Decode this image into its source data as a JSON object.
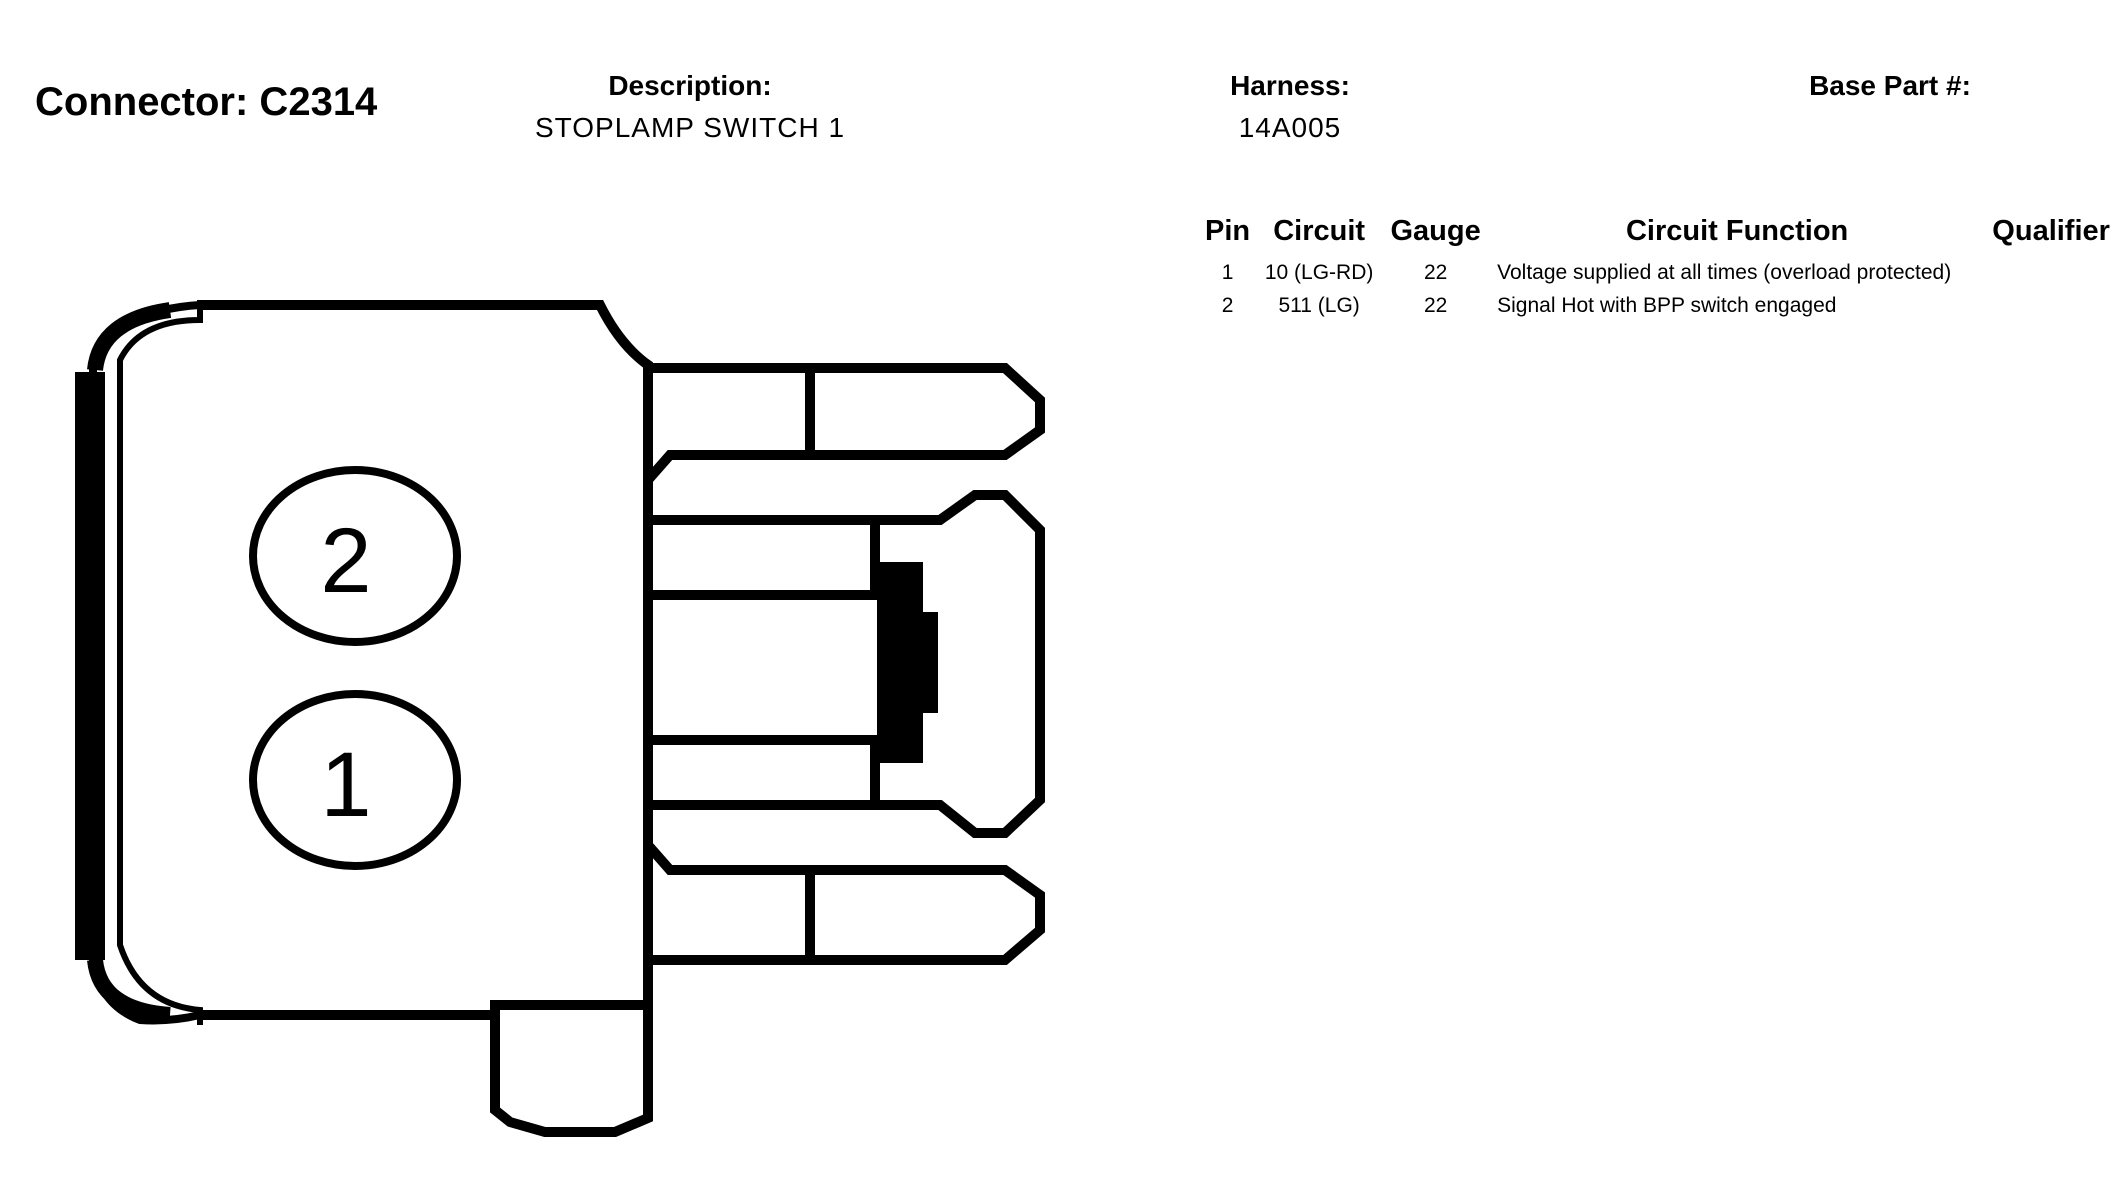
{
  "header": {
    "connector_title": "Connector: C2314",
    "description_label": "Description:",
    "description_value": "STOPLAMP SWITCH 1",
    "harness_label": "Harness:",
    "harness_value": "14A005",
    "base_part_label": "Base Part #:"
  },
  "table": {
    "columns": [
      "Pin",
      "Circuit",
      "Gauge",
      "Circuit Function",
      "Qualifier"
    ],
    "rows": [
      {
        "pin": "1",
        "circuit": "10 (LG-RD)",
        "gauge": "22",
        "function": "Voltage supplied at all times (overload protected)",
        "qualifier": ""
      },
      {
        "pin": "2",
        "circuit": "511 (LG)",
        "gauge": "22",
        "function": "Signal Hot with BPP switch engaged",
        "qualifier": ""
      }
    ]
  },
  "diagram": {
    "cavities": [
      "2",
      "1"
    ]
  }
}
